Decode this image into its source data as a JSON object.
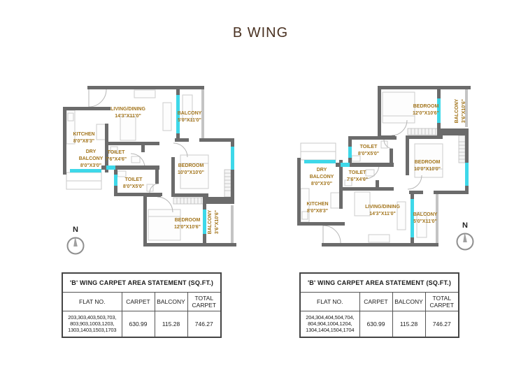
{
  "page_title": "B WING",
  "compass": {
    "label": "N"
  },
  "colors": {
    "wall": "#6b6b6b",
    "window": "#3ed8e9",
    "railing": "#c4c4c4",
    "room_label": "#a3751c",
    "title_text": "#4a3222"
  },
  "rooms": {
    "living_dining": {
      "name": "LIVING/DINING",
      "dims": "14'3\"X11'0\""
    },
    "balcony_main": {
      "name": "BALCONY",
      "dims": "5'0\"X11'0\""
    },
    "kitchen": {
      "name": "KITCHEN",
      "dims": "8'0\"X8'3\""
    },
    "dry_balcony": {
      "line1": "DRY",
      "line2": "BALCONY",
      "dims": "8'0\"X3'0\""
    },
    "toilet_small": {
      "name": "TOILET",
      "dims": "7'6\"X4'6\""
    },
    "toilet_large": {
      "name": "TOILET",
      "dims": "8'0\"X5'0\""
    },
    "bedroom_small": {
      "name": "BEDROOM",
      "dims": "10'0\"X10'0\""
    },
    "bedroom_large": {
      "name": "BEDROOM",
      "dims": "12'0\"X10'6\""
    },
    "balcony_side": {
      "name": "BALCONY",
      "dims": "3'6\"X10'6\""
    }
  },
  "tables": {
    "left": {
      "title": "'B' WING CARPET AREA STATEMENT (SQ.FT.)",
      "headers": [
        "FLAT NO.",
        "CARPET",
        "BALCONY",
        "TOTAL CARPET"
      ],
      "flat_lines": [
        "203,303,403,503,703,",
        "803,903,1003,1203,",
        "1303,1403,1503,1703"
      ],
      "carpet": "630.99",
      "balcony": "115.28",
      "total_carpet": "746.27"
    },
    "right": {
      "title": "'B' WING CARPET AREA STATEMENT (SQ.FT.)",
      "headers": [
        "FLAT NO.",
        "CARPET",
        "BALCONY",
        "TOTAL CARPET"
      ],
      "flat_lines": [
        "204,304,404,504,704,",
        "804,904,1004,1204,",
        "1304,1404,1504,1704"
      ],
      "carpet": "630.99",
      "balcony": "115.28",
      "total_carpet": "746.27"
    }
  }
}
